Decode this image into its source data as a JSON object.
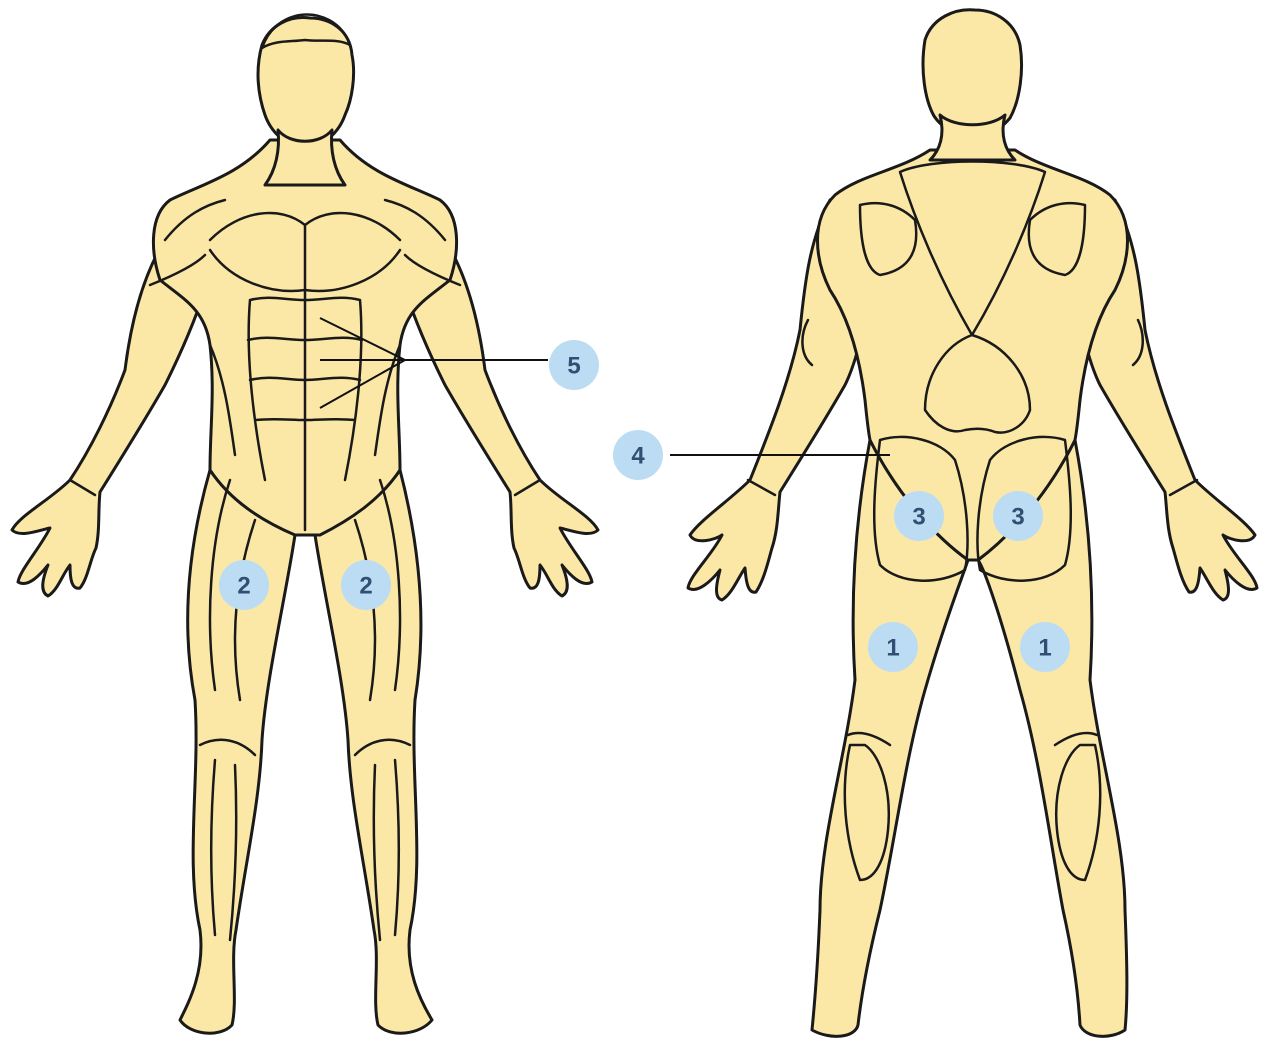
{
  "colors": {
    "skin": "#fce8a6",
    "outline": "#1a1a1a",
    "marker_fill": "#bcdcf4",
    "marker_text": "#2f4f73"
  },
  "figures": [
    {
      "view": "front",
      "icon": "human-body-front-outline"
    },
    {
      "view": "back",
      "icon": "human-body-back-outline"
    }
  ],
  "markers": [
    {
      "id": "front-left-thigh",
      "label": "2"
    },
    {
      "id": "front-right-thigh",
      "label": "2"
    },
    {
      "id": "front-abdomen",
      "label": "5"
    },
    {
      "id": "back-lower-back",
      "label": "4"
    },
    {
      "id": "back-left-glute",
      "label": "3"
    },
    {
      "id": "back-right-glute",
      "label": "3"
    },
    {
      "id": "back-left-hamstring",
      "label": "1"
    },
    {
      "id": "back-right-hamstring",
      "label": "1"
    }
  ]
}
